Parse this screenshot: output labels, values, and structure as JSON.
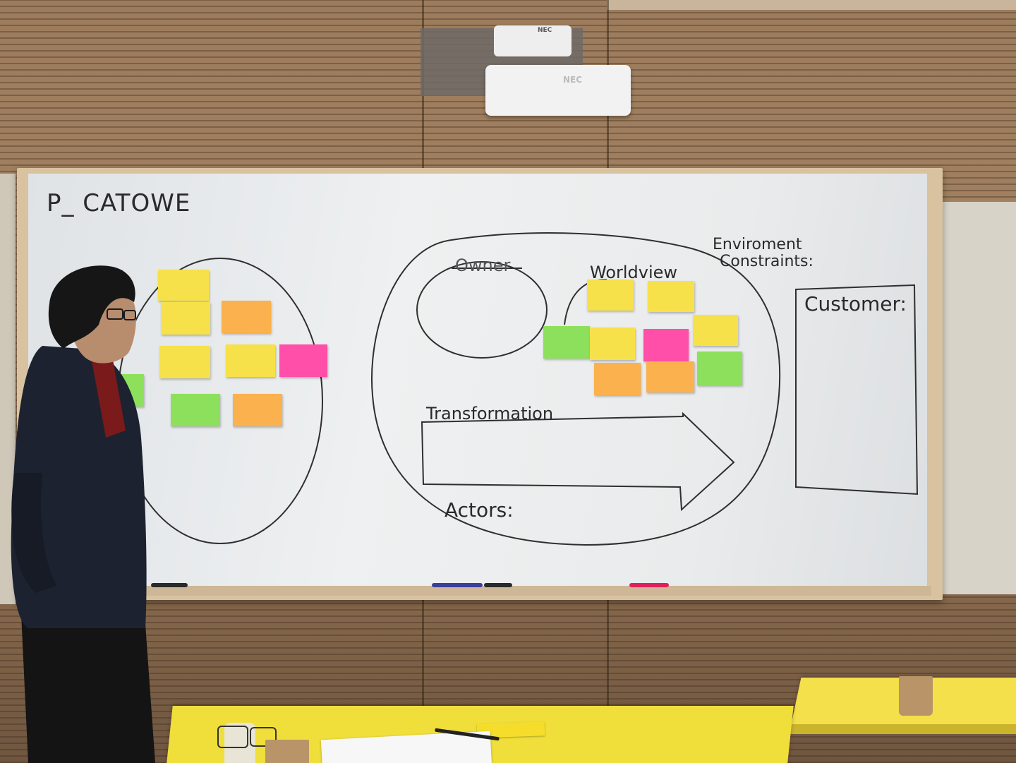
{
  "projector": {
    "brand_front": "NEC",
    "brand_top": "NEC"
  },
  "board": {
    "title": "P_ CATOWE",
    "owner": "Owner",
    "worldview": "Worldview",
    "environment": "Enviroment",
    "constraints": "Constraints:",
    "customer": "Customer:",
    "transformation": "Transformation",
    "actors": "Actors:",
    "left_cluster_heading": "P"
  },
  "sticky_notes": {
    "left": [
      {
        "color": "#f7e14a"
      },
      {
        "color": "#f7e14a"
      },
      {
        "color": "#fbb14d"
      },
      {
        "color": "#f7e14a"
      },
      {
        "color": "#f7e14a"
      },
      {
        "color": "#ff4fa8"
      },
      {
        "color": "#8de05c"
      },
      {
        "color": "#8de05c"
      },
      {
        "color": "#fbb14d"
      }
    ],
    "right": [
      {
        "color": "#f7e14a"
      },
      {
        "color": "#f7e14a"
      },
      {
        "color": "#8de05c"
      },
      {
        "color": "#f7e14a"
      },
      {
        "color": "#ff4fa8"
      },
      {
        "color": "#f7e14a"
      },
      {
        "color": "#fbb14d"
      },
      {
        "color": "#fbb14d"
      },
      {
        "color": "#8de05c"
      }
    ]
  },
  "colors": {
    "board": "#eceeef",
    "marker_ink": "#2a2a2a",
    "table": "#f0de3a",
    "wall": "#9c7c5c"
  }
}
